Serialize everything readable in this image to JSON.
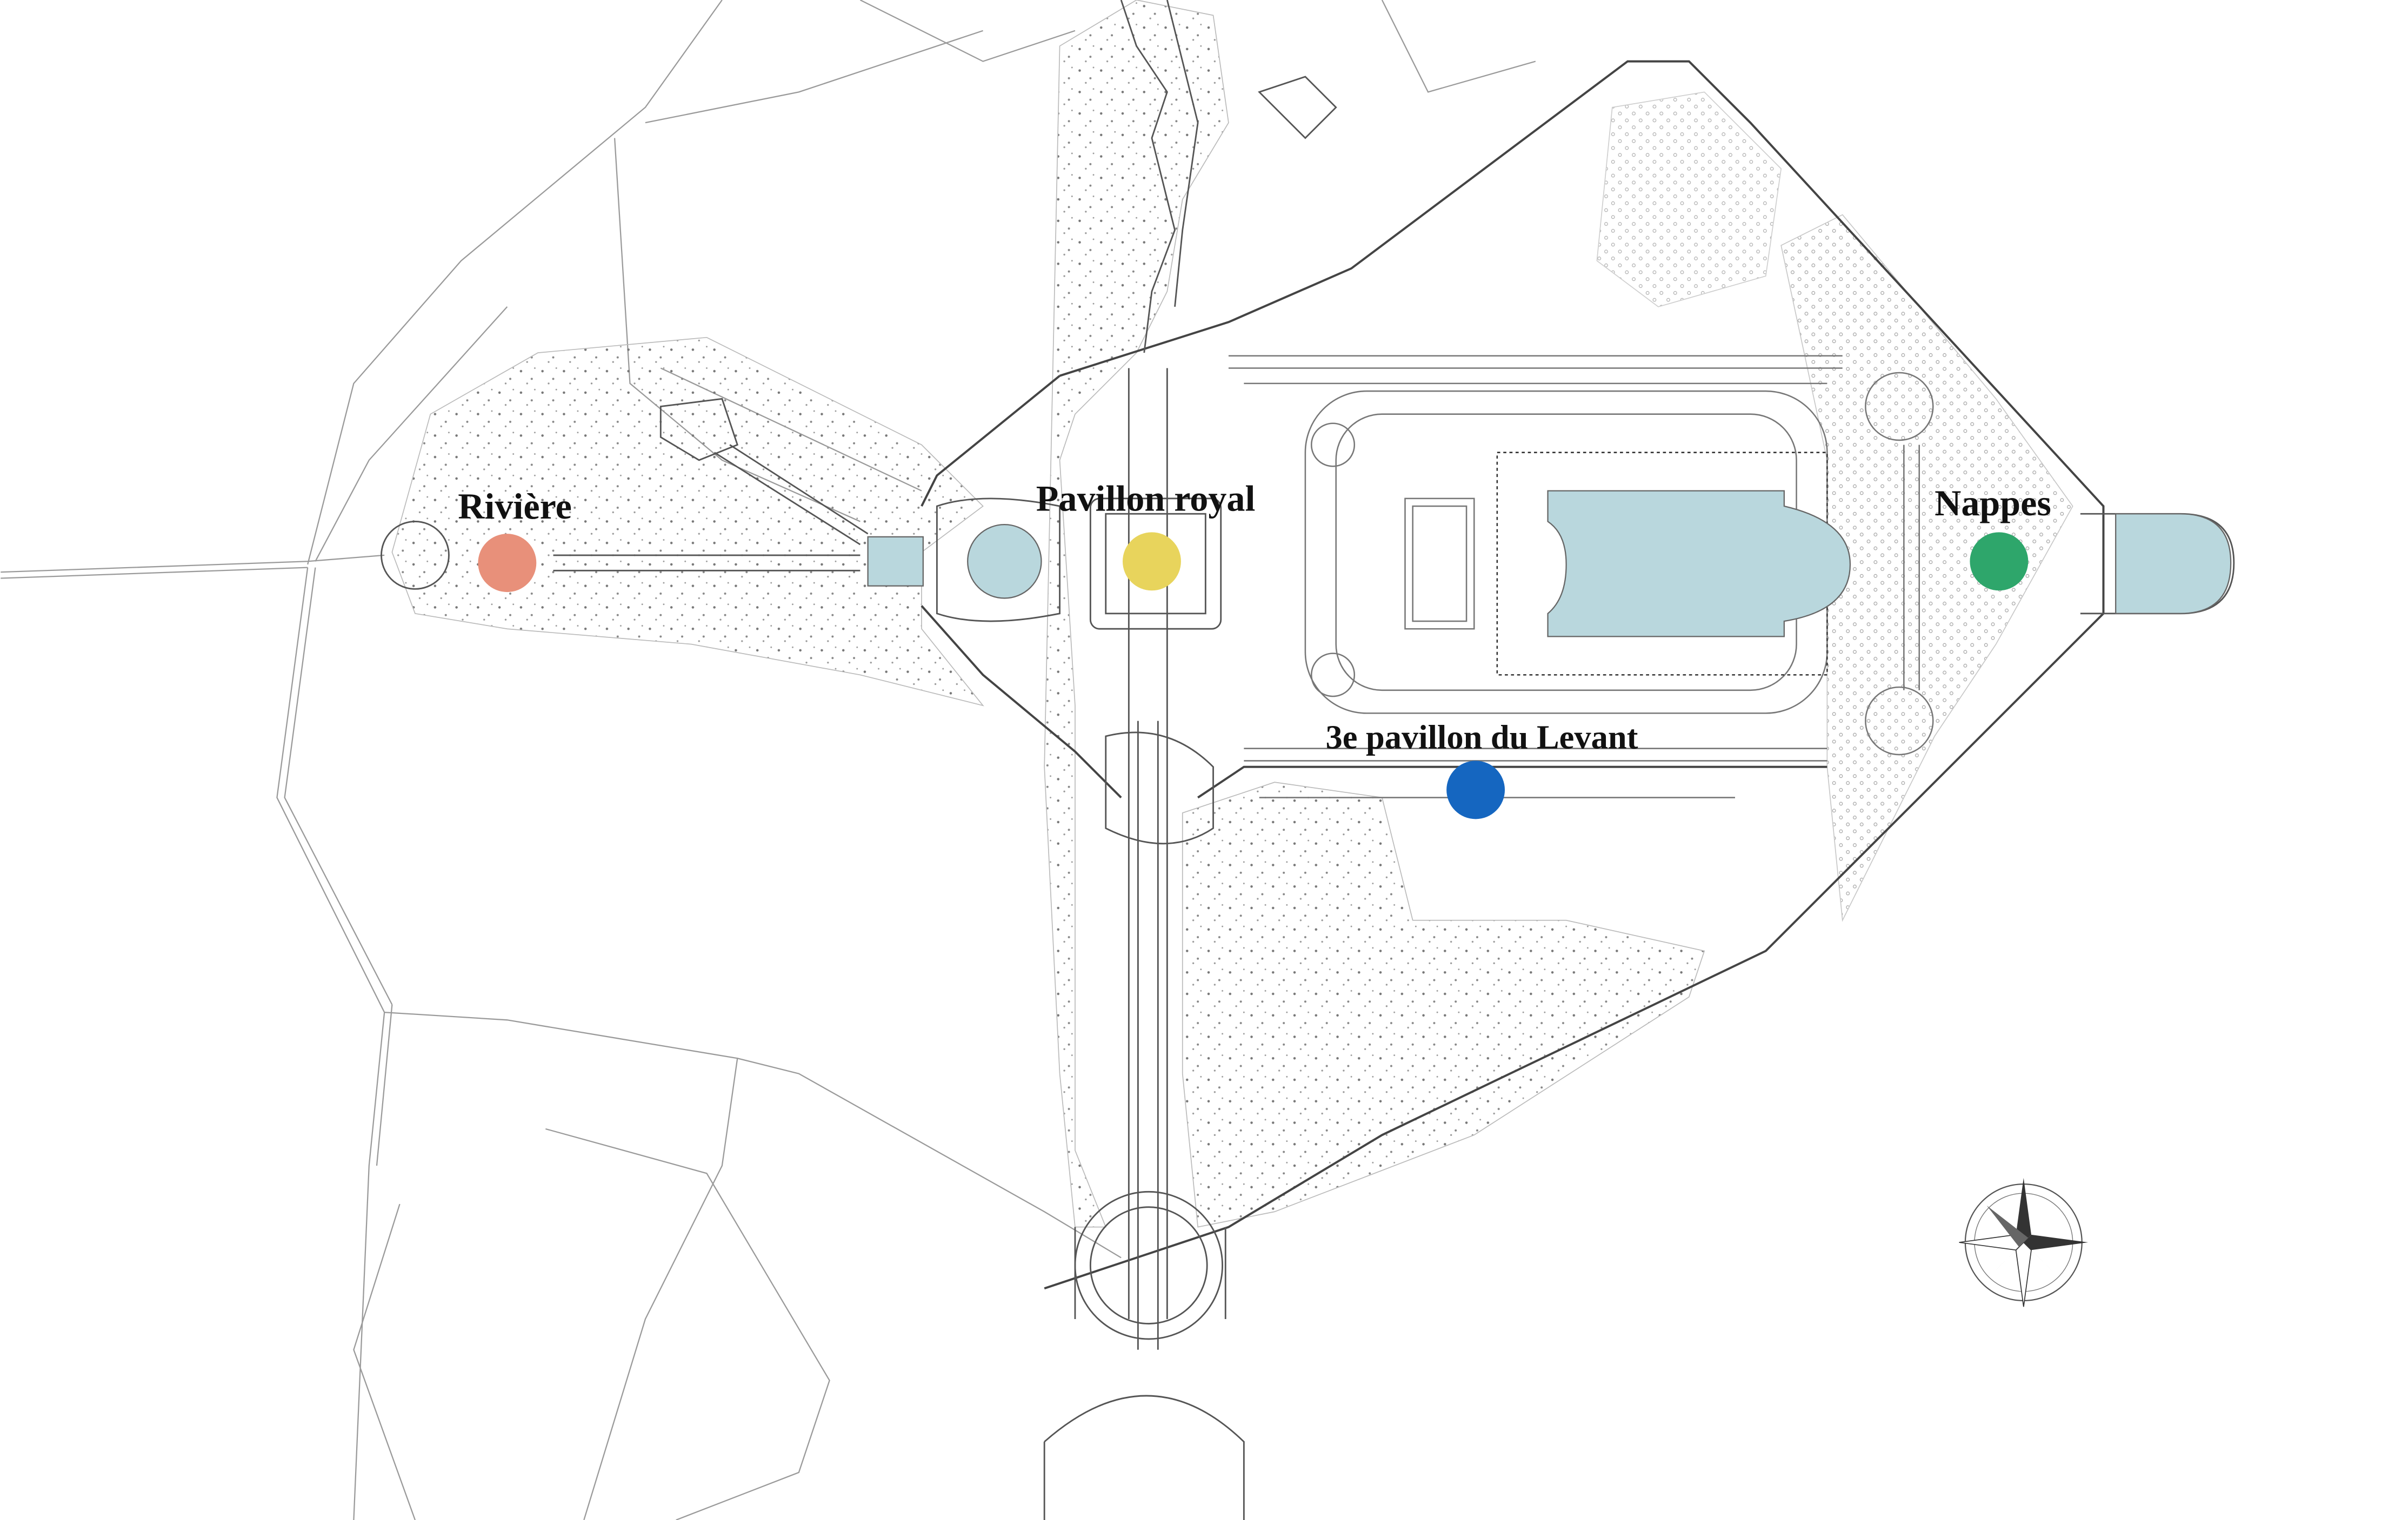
{
  "map": {
    "labels": {
      "riviere": "Rivière",
      "pavillon_royal": "Pavillon royal",
      "nappes": "Nappes",
      "pavillon_levant": "3e pavillon du Levant"
    },
    "markers": {
      "riviere": "#e8907a",
      "pavillon_royal": "#e8d45c",
      "nappes": "#2ea66b",
      "pavillon_levant": "#1566c0",
      "water": "#b9d7dd"
    },
    "compass": "compass-rose-icon"
  }
}
